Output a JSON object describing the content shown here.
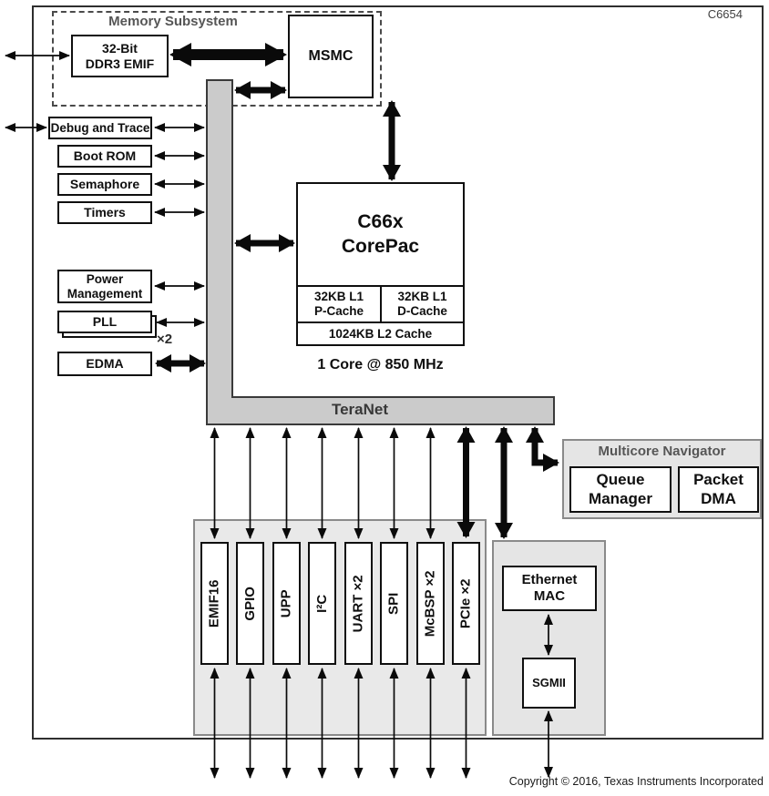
{
  "header": {
    "chip_label": "C6654",
    "copyright": "Copyright © 2016, Texas Instruments Incorporated"
  },
  "memory_subsystem": {
    "title": "Memory Subsystem",
    "ddr3_emif": "32-Bit\nDDR3 EMIF",
    "msmc": "MSMC"
  },
  "left_column": {
    "debug_trace": "Debug and Trace",
    "boot_rom": "Boot ROM",
    "semaphore": "Semaphore",
    "timers": "Timers",
    "power_management": "Power\nManagement",
    "pll": "PLL",
    "pll_count": "×2",
    "edma": "EDMA"
  },
  "corepac": {
    "title": "C66x\nCorePac",
    "l1p": "32KB L1\nP-Cache",
    "l1d": "32KB L1\nD-Cache",
    "l2": "1024KB L2 Cache",
    "core_note": "1 Core @ 850 MHz"
  },
  "teranet": {
    "label": "TeraNet"
  },
  "navigator": {
    "title": "Multicore Navigator",
    "queue_manager": "Queue\nManager",
    "packet_dma": "Packet\nDMA"
  },
  "peripherals": {
    "items": [
      "EMIF16",
      "GPIO",
      "UPP",
      "I²C",
      "UART ×2",
      "SPI",
      "McBSP ×2",
      "PCIe ×2"
    ]
  },
  "ethernet": {
    "mac": "Ethernet\nMAC",
    "sgmii": "SGMII"
  },
  "colors": {
    "teranet_fill": "#cbcbcb",
    "container_fill": "#e9e9e9",
    "arrow": "#0a0a0a",
    "gray_text": "#565656"
  }
}
